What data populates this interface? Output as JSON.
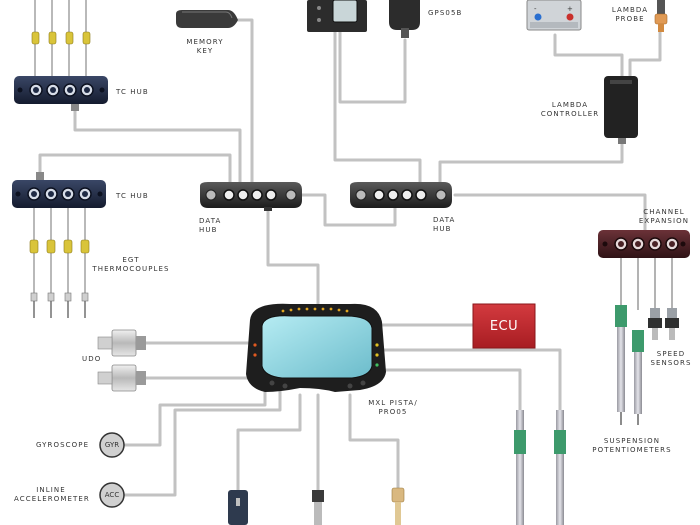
{
  "labels": {
    "memory_key": [
      "MEMORY",
      "KEY"
    ],
    "gps": "GPS05B",
    "lambda_probe": [
      "LAMBDA",
      "PROBE"
    ],
    "lambda_controller": [
      "LAMBDA",
      "CONTROLLER"
    ],
    "tc_hub_top": "TC HUB",
    "tc_hub_mid": "TC HUB",
    "data_hub_left": [
      "DATA",
      "HUB"
    ],
    "data_hub_right": [
      "DATA",
      "HUB"
    ],
    "egt": [
      "EGT",
      "THERMOCOUPLES"
    ],
    "channel_expansion": [
      "CHANNEL",
      "EXPANSION"
    ],
    "speed_sensors": [
      "SPEED",
      "SENSORS"
    ],
    "suspension": [
      "SUSPENSION",
      "POTENTIOMETERS"
    ],
    "udo": "UDO",
    "mxl": [
      "MXL PISTA/",
      "PRO05"
    ],
    "gyroscope": "GYROSCOPE",
    "inline_acc": [
      "INLINE",
      "ACCELEROMETER"
    ],
    "gyr_badge": "GYR",
    "acc_badge": "ACC",
    "ecu": "ECU"
  },
  "colors": {
    "cable": "#bdbdbd",
    "hub": "#1f2a44",
    "channel_hub": "#4a2226",
    "ecu": "#c0262c",
    "display_screen": "#8fd3e0",
    "thermocouple_yellow": "#d9c43a",
    "green_sensor": "#3d9a6c"
  },
  "icons": [
    "memory-key-icon",
    "gps-module-icon",
    "battery-icon",
    "lambda-probe-icon",
    "hub-icon",
    "display-icon",
    "ecu-icon",
    "sensor-icon",
    "thermocouple-icon",
    "potentiometer-icon"
  ]
}
